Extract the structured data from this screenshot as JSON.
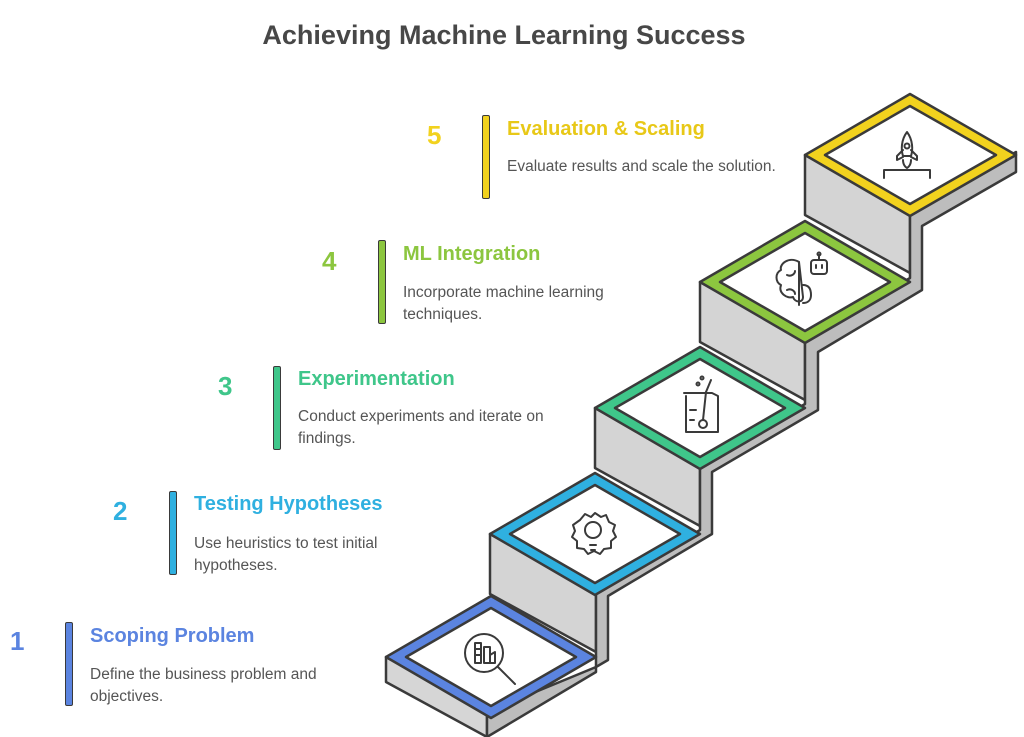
{
  "title": "Achieving Machine Learning Success",
  "steps": [
    {
      "number": "1",
      "title": "Scoping Problem",
      "description": "Define the business problem and objectives.",
      "color": "#5b84e0",
      "icon": "factory-magnifier-icon"
    },
    {
      "number": "2",
      "title": "Testing Hypotheses",
      "description": "Use heuristics to test initial hypotheses.",
      "color": "#2fb0e0",
      "icon": "gear-lightbulb-icon"
    },
    {
      "number": "3",
      "title": "Experimentation",
      "description": "Conduct experiments and iterate on findings.",
      "color": "#3fc68a",
      "icon": "beaker-icon"
    },
    {
      "number": "4",
      "title": "ML Integration",
      "description": "Incorporate machine learning techniques.",
      "color": "#8cc63f",
      "icon": "brain-robot-icon"
    },
    {
      "number": "5",
      "title": "Evaluation & Scaling",
      "description": "Evaluate results and scale the solution.",
      "color": "#f2d21e",
      "icon": "rocket-launch-icon"
    }
  ]
}
